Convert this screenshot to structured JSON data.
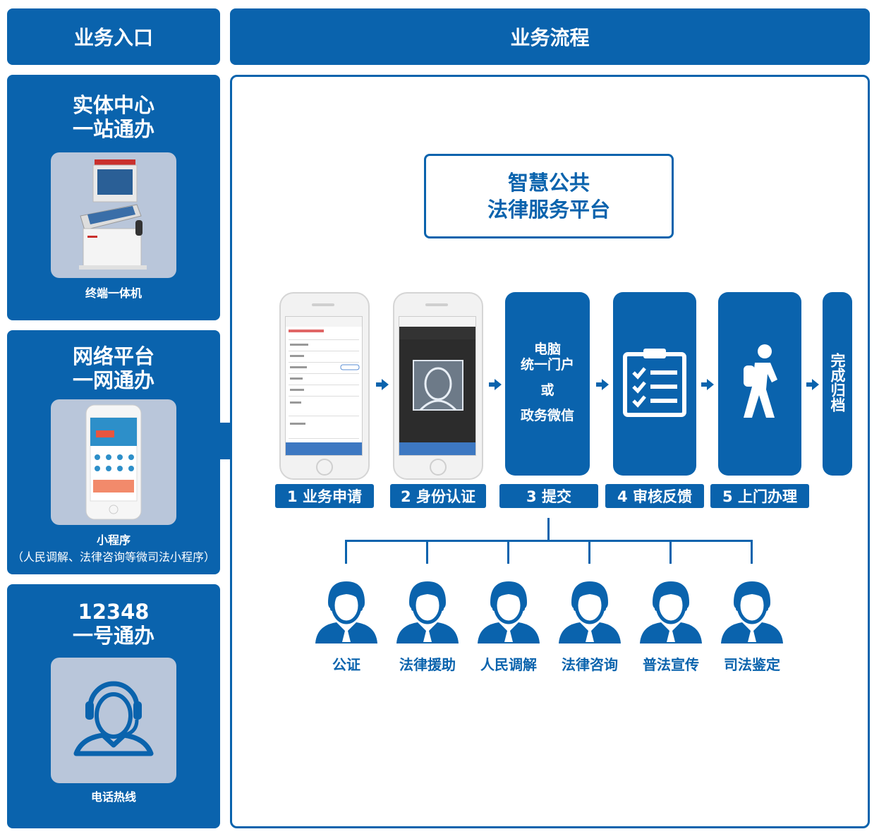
{
  "header": {
    "entry_title": "业务入口",
    "flow_title": "业务流程"
  },
  "entries": [
    {
      "title_line1": "实体中心",
      "title_line2": "一站通办",
      "caption": "终端一体机"
    },
    {
      "title_line1": "网络平台",
      "title_line2": "一网通办",
      "caption_line1": "小程序",
      "caption_line2": "（人民调解、法律咨询等微司法小程序）"
    },
    {
      "title_line1": "12348",
      "title_line2": "一号通办",
      "caption": "电话热线"
    }
  ],
  "platform": {
    "line1": "智慧公共",
    "line2": "法律服务平台"
  },
  "steps": [
    {
      "label": "1 业务申请",
      "icon": "phone-form-screenshot"
    },
    {
      "label": "2 身份认证",
      "icon": "phone-face-scan-screenshot"
    },
    {
      "label": "3 提交",
      "text_line1": "电脑",
      "text_line2": "统一门户",
      "text_line3": "或",
      "text_line4": "政务微信"
    },
    {
      "label": "4 审核反馈",
      "icon": "clipboard-checklist-icon"
    },
    {
      "label": "5 上门办理",
      "icon": "walking-person-icon"
    }
  ],
  "final_step": {
    "text": "完成归档"
  },
  "services": [
    "公证",
    "法律援助",
    "人民调解",
    "法律咨询",
    "普法宣传",
    "司法鉴定"
  ],
  "colors": {
    "primary": "#0a63ad",
    "image_bg": "#b9c6da"
  }
}
